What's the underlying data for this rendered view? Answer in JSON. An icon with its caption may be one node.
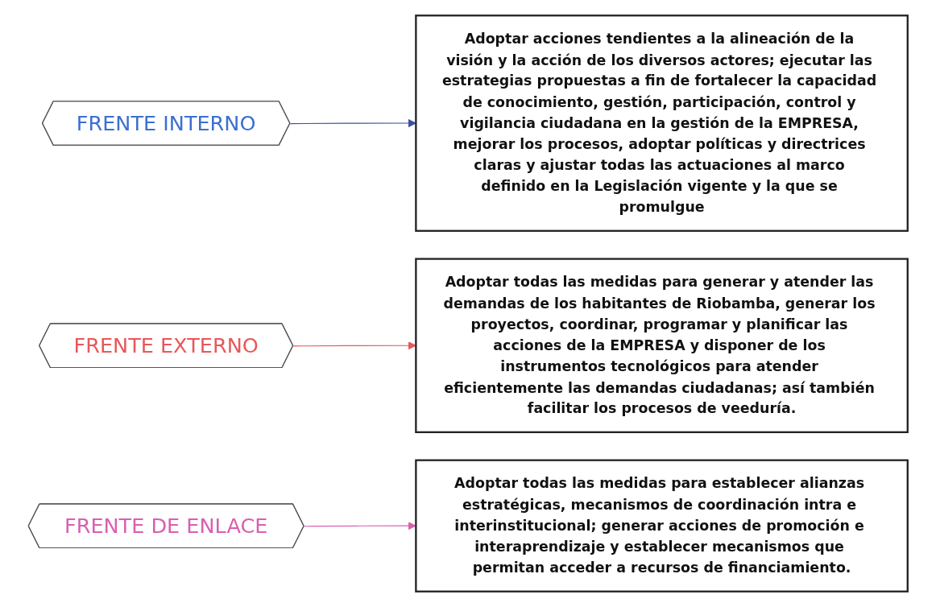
{
  "diagram": {
    "nodes": [
      {
        "text": [
          "FRENTE INTERNO"
        ]
      },
      {
        "text": [
          "Adoptar acciones tendientes a la alineación de la visión y la acción de los diversos actores; ejecutar las estrategias propuestas a fin de fortalecer la capacidad de conocimiento, gestión, participación, control y vigilancia ciudadana en la gestión de la EMPRESA, mejorar los procesos, adoptar políticas y directrices claras y ajustar todas las actuaciones al marco definido en la Legislación vigente y la que se promulgue"
        ]
      },
      {
        "text": [
          "FRENTE EXTERNO"
        ]
      },
      {
        "text": [
          "Adoptar todas las medidas para generar y atender las demandas de los habitantes de Riobamba, generar los proyectos, coordinar, programar y planificar las acciones de la EMPRESA y disponer de los instrumentos tecnológicos para atender eficientemente las demandas ciudadanas; así también facilitar los procesos de veeduría."
        ]
      },
      {
        "text": [
          "FRENTE DE ENLACE"
        ]
      },
      {
        "text": [
          "Adoptar todas las medidas para establecer alianzas estratégicas, mecanismos de coordinación intra e interinstitucional; generar acciones de promoción e interaprendizaje y establecer mecanismos que permitan acceder a recursos de financiamiento."
        ]
      }
    ],
    "edges": [
      {
        "from": 0,
        "to": 1,
        "arrow": "to",
        "color": "#3b4fa0"
      },
      {
        "from": 2,
        "to": 3,
        "arrow": "to",
        "color": "#e8575a"
      },
      {
        "from": 4,
        "to": 5,
        "arrow": "to",
        "color": "#d95fb0"
      }
    ]
  }
}
